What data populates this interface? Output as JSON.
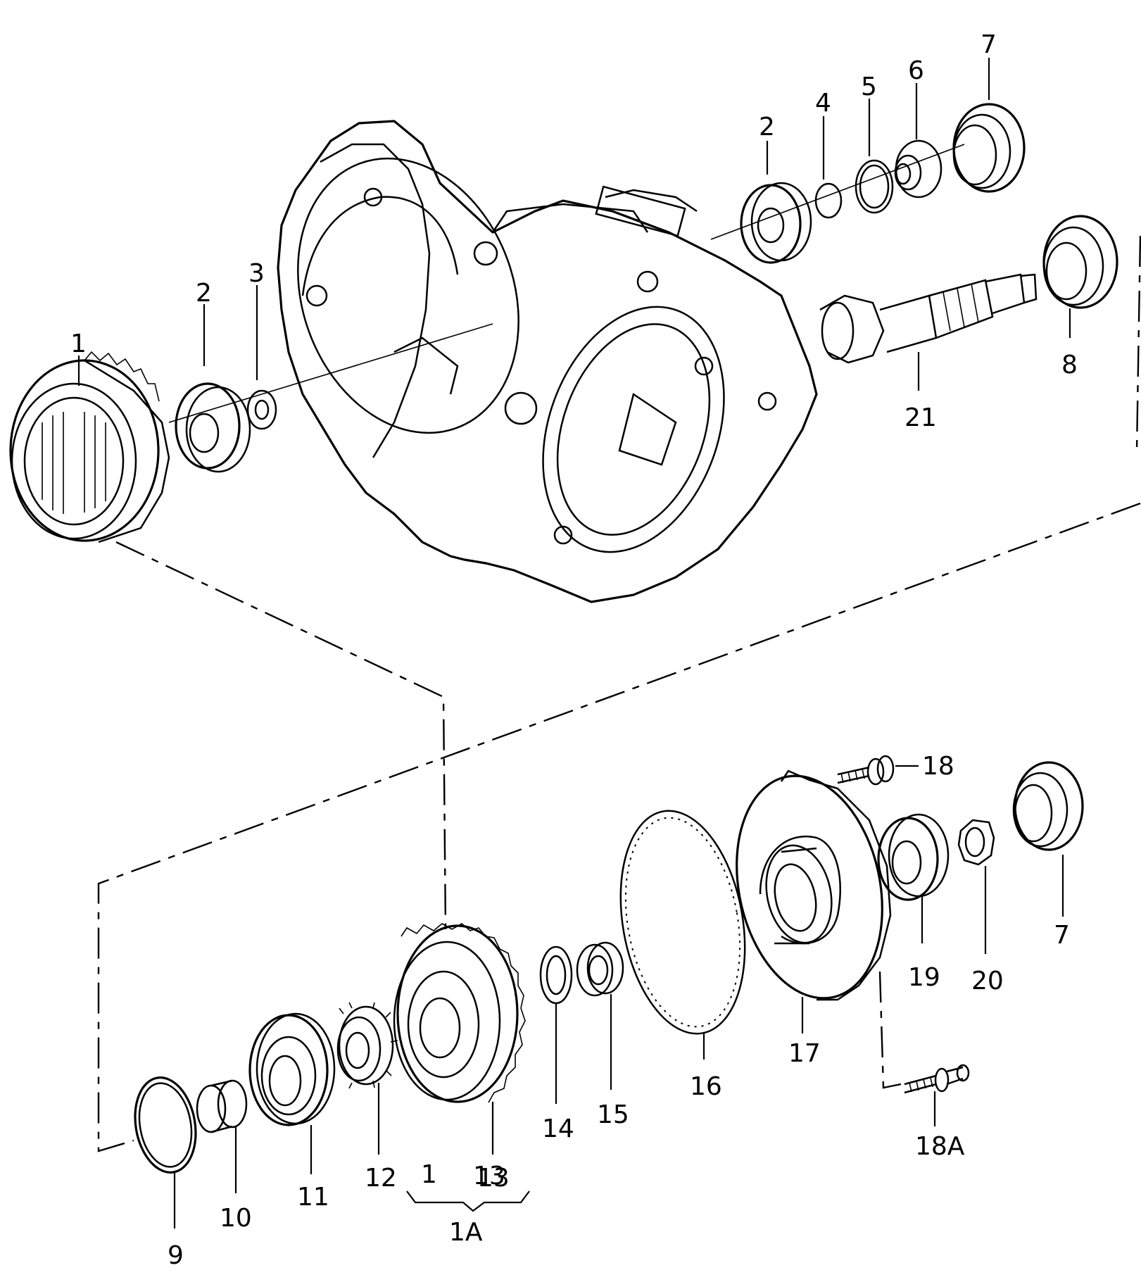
{
  "labels": {
    "l1": "1",
    "l2a": "2",
    "l2b": "2",
    "l3": "3",
    "l4": "4",
    "l5": "5",
    "l6": "6",
    "l7a": "7",
    "l8": "8",
    "l21": "21",
    "l18": "18",
    "l7b": "7",
    "l19": "19",
    "l20": "20",
    "l17": "17",
    "l16": "16",
    "l15": "15",
    "l14": "14",
    "l13": "13",
    "l12": "12",
    "l11": "11",
    "l10": "10",
    "l9": "9",
    "l1a_1": "1",
    "l1a_13": "13",
    "l1a": "1A",
    "l18a": "18A"
  }
}
